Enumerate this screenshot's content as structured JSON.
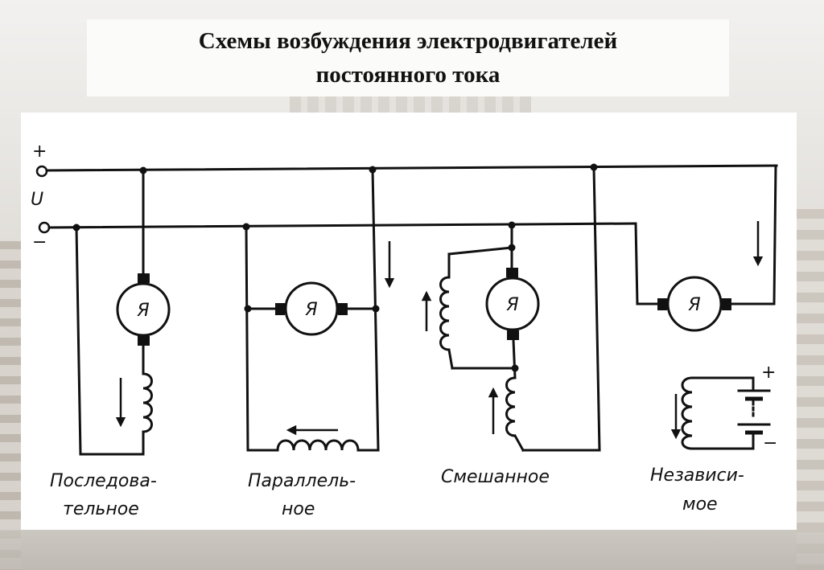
{
  "title": {
    "line1": "Схемы возбуждения электродвигателей",
    "line2": "постоянного тока"
  },
  "terminals": {
    "plus": "+",
    "voltage": "U",
    "minus": "−"
  },
  "motor_label": "Я",
  "schemes": [
    {
      "id": "series",
      "label_line1": "Последова-",
      "label_line2": "тельное"
    },
    {
      "id": "parallel",
      "label_line1": "Параллель-",
      "label_line2": "ное"
    },
    {
      "id": "compound",
      "label_line1": "Смешанное",
      "label_line2": ""
    },
    {
      "id": "independent",
      "label_line1": "Независи-",
      "label_line2": "мое"
    }
  ],
  "battery": {
    "plus": "+",
    "minus": "−"
  }
}
